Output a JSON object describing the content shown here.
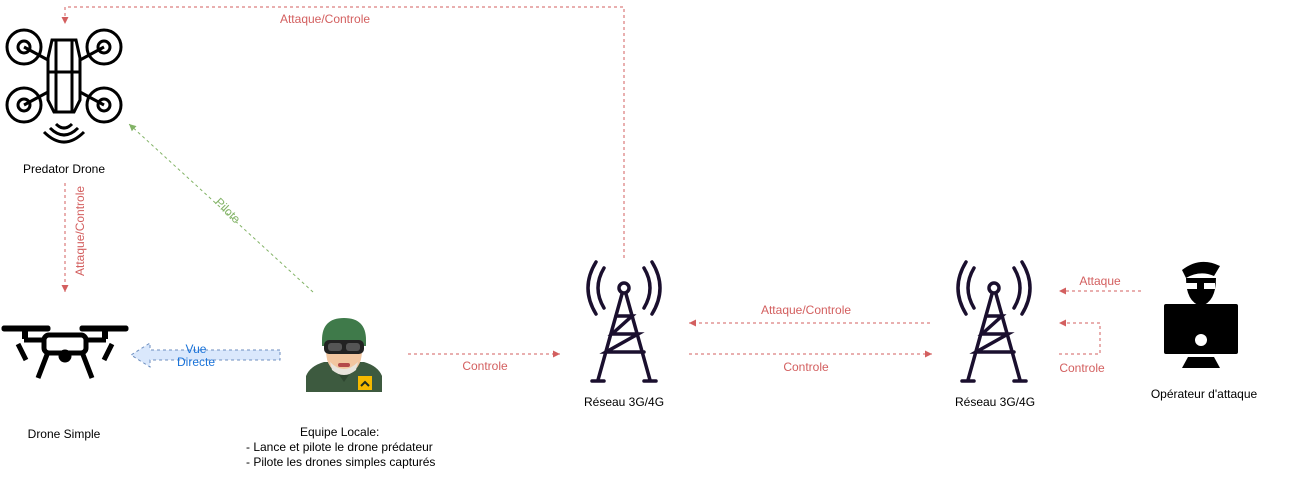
{
  "nodes": {
    "predator": {
      "label": "Predator Drone"
    },
    "simple": {
      "label": "Drone Simple"
    },
    "team": {
      "title": "Equipe Locale:",
      "line1": "- Lance et pilote le drone prédateur",
      "line2": "- Pilote les drones simples capturés"
    },
    "tower1": {
      "label": "Réseau 3G/4G"
    },
    "tower2": {
      "label": "Réseau 3G/4G"
    },
    "operator": {
      "label": "Opérateur d'attaque"
    }
  },
  "edges": {
    "top_loop": "Attaque/Controle",
    "predator_to_simple": "Attaque/Controle",
    "pilote": "Pilote",
    "vue_line1": "Vue",
    "vue_line2": "Directe",
    "team_to_tower": "Controle",
    "tower2_to_tower1": "Attaque/Controle",
    "tower1_to_tower2": "Controle",
    "op_attaque": "Attaque",
    "op_controle": "Controle"
  },
  "colors": {
    "red": "#d35f5f",
    "green": "#82b366",
    "blue": "#1a73d9",
    "icon": "#000000",
    "tower": "#1a0f2e"
  }
}
